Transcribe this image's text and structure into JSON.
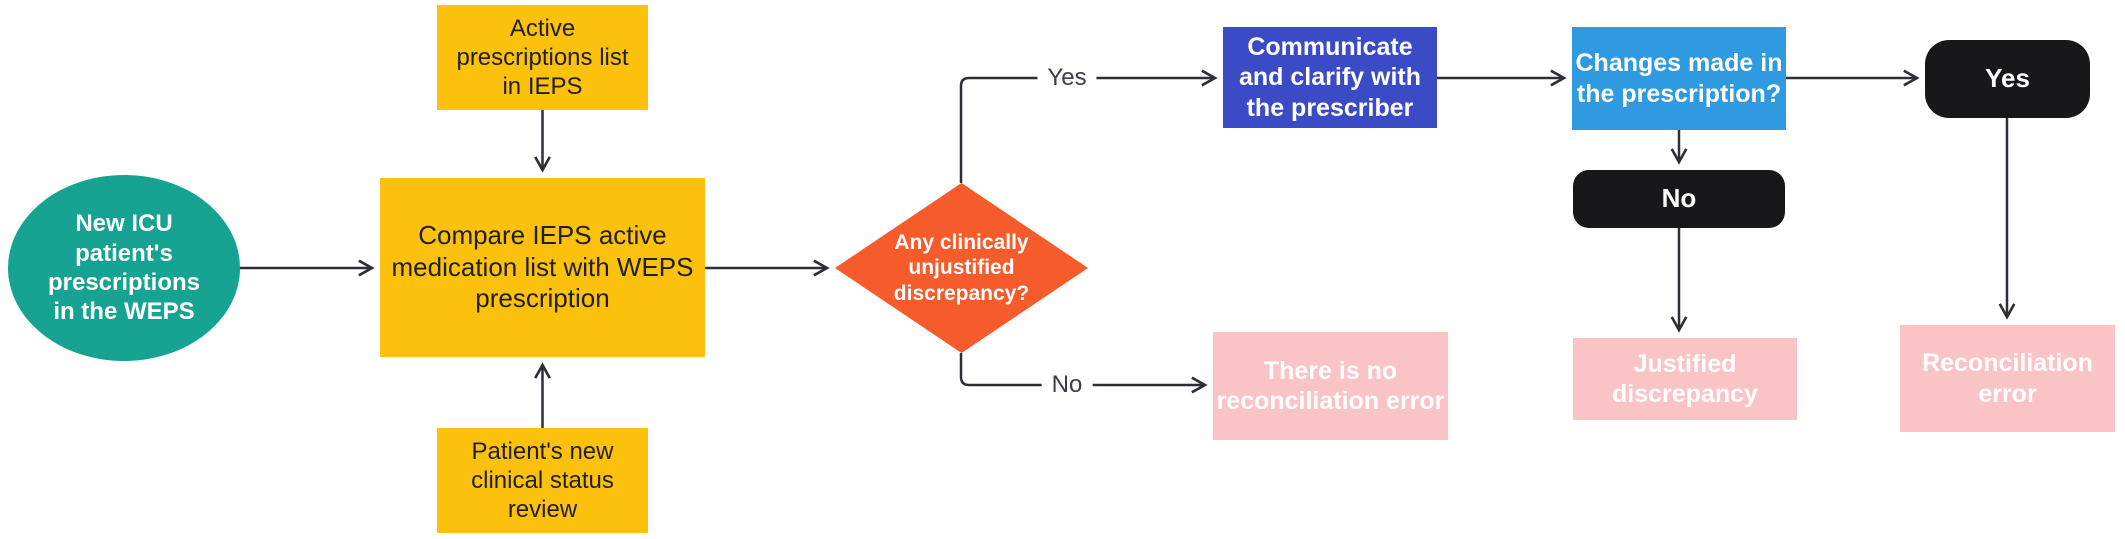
{
  "colors": {
    "canvas_bg": "#FFFFFF",
    "teal": "#17A392",
    "yellow": "#FCC10D",
    "yellow_text": "#1F1F1F",
    "orange": "#F55B2B",
    "royal_blue": "#3B4BC6",
    "light_blue": "#2F9AE0",
    "black_node": "#18181A",
    "pink": "#FAC4C6",
    "arrow": "#2E2E36",
    "edge_label_text": "#3C3C48"
  },
  "edge_labels": {
    "yes": "Yes",
    "no": "No"
  },
  "nodes": {
    "start": {
      "label": "New ICU\npatient's\nprescriptions\nin the WEPS"
    },
    "active_prescriptions": {
      "label": "Active\nprescriptions list\nin IEPS"
    },
    "compare": {
      "label": "Compare IEPS active\nmedication list with WEPS\nprescription"
    },
    "clinical_status": {
      "label": "Patient's new\nclinical status\nreview"
    },
    "decision_discrepancy": {
      "label": "Any clinically\nunjustified\ndiscrepancy?"
    },
    "communicate": {
      "label": "Communicate\nand clarify with\nthe prescriber"
    },
    "changes_made": {
      "label": "Changes made in\nthe prescription?"
    },
    "yes_outcome": {
      "label": "Yes"
    },
    "no_outcome": {
      "label": "No"
    },
    "no_reconciliation_error": {
      "label": "There is no\nreconciliation error"
    },
    "justified_discrepancy": {
      "label": "Justified\ndiscrepancy"
    },
    "reconciliation_error": {
      "label": "Reconciliation\nerror"
    }
  }
}
